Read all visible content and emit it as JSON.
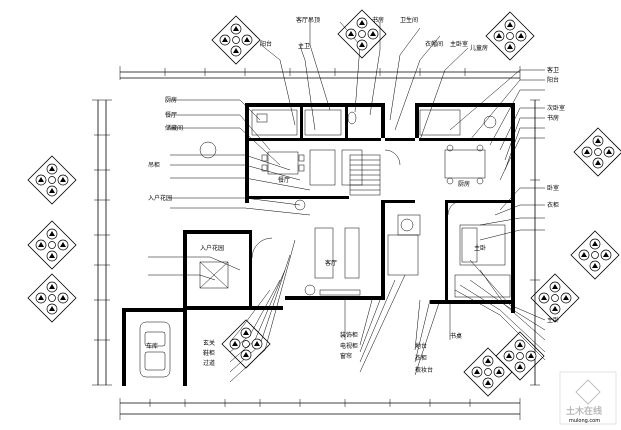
{
  "drawing": {
    "ink_color": "#000000",
    "paper_color": "#ffffff"
  },
  "watermark": {
    "text": "土木在线",
    "url": "mulong.com",
    "color": "#b8b8b8"
  },
  "top_labels": [
    "客厅吊顶",
    "书房",
    "卫生间",
    "衣帽间",
    "主卧室",
    "儿童房",
    "阳台",
    "主卫"
  ],
  "left_labels": [
    "厨房",
    "餐厅",
    "储藏间",
    "吊柜",
    "入户花园"
  ],
  "right_labels": [
    "客卫",
    "阳台",
    "次卧室",
    "书房",
    "卧室",
    "衣柜",
    "主卧"
  ],
  "room_labels": [
    "车库",
    "餐厅",
    "客厅",
    "主卧",
    "厨房",
    "入户花园"
  ],
  "bottom_labels": [
    "玄关",
    "鞋柜",
    "过道",
    "装饰柜",
    "电视柜",
    "窗帘",
    "地台",
    "衣柜",
    "梳妆台",
    "书桌"
  ]
}
